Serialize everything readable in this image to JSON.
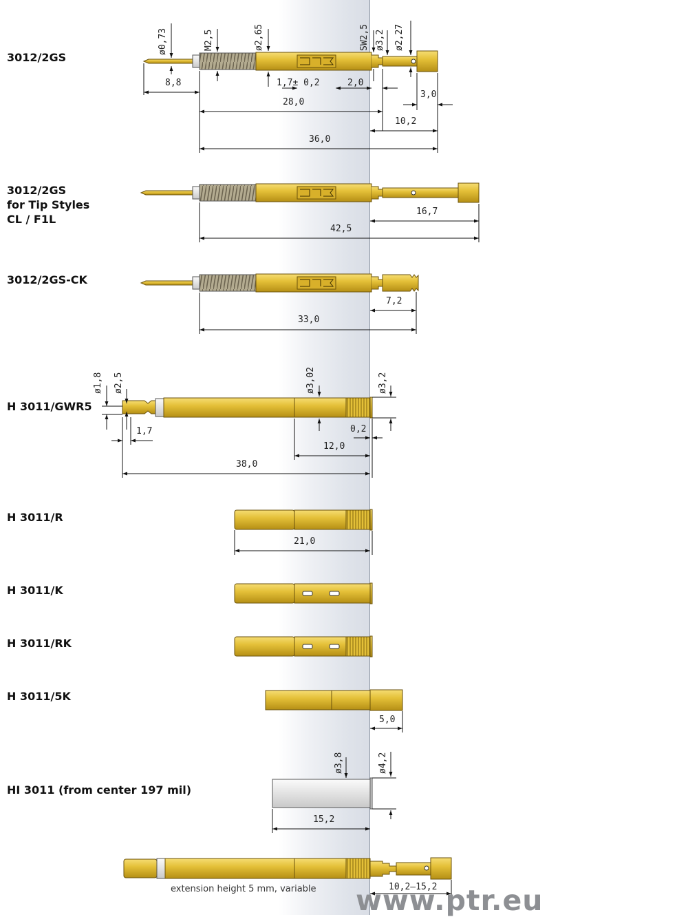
{
  "labels": {
    "l1": "3012/2GS",
    "l2": "3012/2GS\nfor Tip Styles\nCL / F1L",
    "l3": "3012/2GS-CK",
    "l4": "H 3011/GWR5",
    "l5": "H 3011/R",
    "l6": "H 3011/K",
    "l7": "H 3011/RK",
    "l8": "H 3011/5K",
    "l9": "HI 3011 (from center 197 mil)"
  },
  "dims": {
    "d0_73": "ø0,73",
    "m2_5": "M2,5",
    "d2_65": "ø2,65",
    "sw2_5": "SW2,5",
    "d3_2a": "ø3,2",
    "d2_27": "ø2,27",
    "v8_8": "8,8",
    "v1_7tol": "1,7± 0,2",
    "v2_0": "2,0",
    "v3_0": "3,0",
    "v28_0": "28,0",
    "v10_2": "10,2",
    "v36_0": "36,0",
    "v16_7": "16,7",
    "v42_5": "42,5",
    "v7_2": "7,2",
    "v33_0": "33,0",
    "d1_8": "ø1,8",
    "d2_5": "ø2,5",
    "d3_02": "ø3,02",
    "d3_2b": "ø3,2",
    "v1_7": "1,7",
    "v0_2": "0,2",
    "v12_0": "12,0",
    "v38_0": "38,0",
    "v21_0": "21,0",
    "v5_0": "5,0",
    "d3_8": "ø3,8",
    "d4_2": "ø4,2",
    "v15_2": "15,2",
    "v10_2_15_2": "10,2–15,2"
  },
  "note": "extension height 5 mm, variable",
  "url": "www.ptr.eu",
  "colors": {
    "gold": "#e3bf34",
    "gold_dark": "#8a6c10",
    "spring": "#a39b82",
    "silver": "#e6e6e6",
    "band": "#dfe3ea",
    "url": "#8d8f93"
  }
}
